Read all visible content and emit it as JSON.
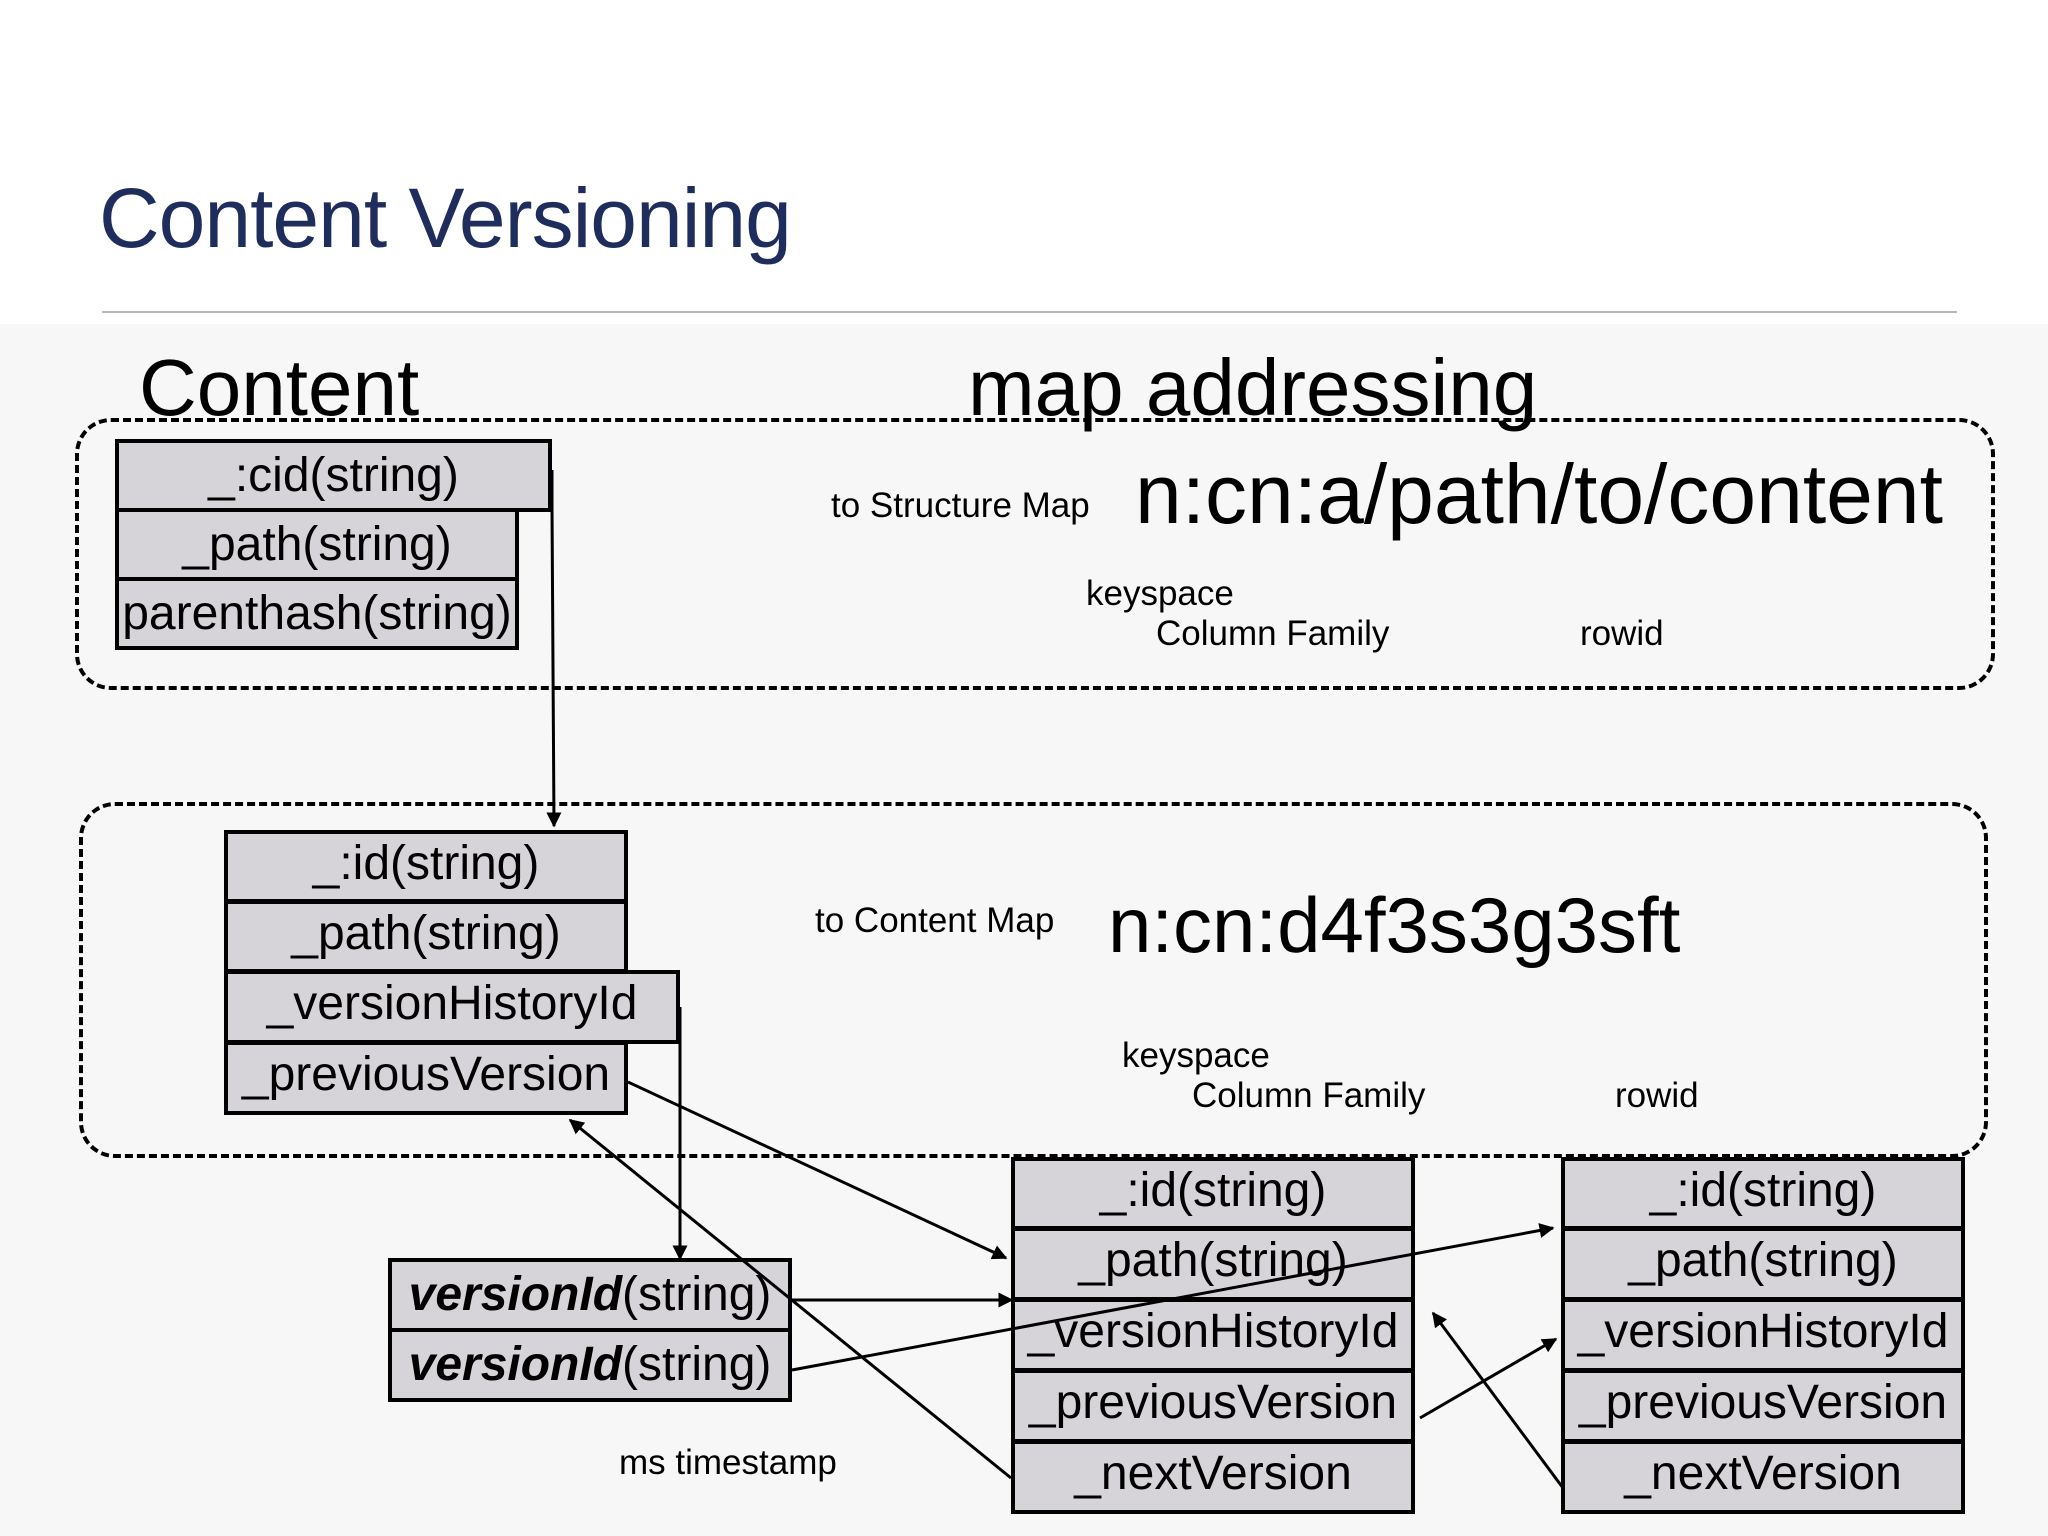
{
  "slide": {
    "title": "Content Versioning",
    "heading_left": "Content",
    "heading_right": "map addressing"
  },
  "structure_map": {
    "fields": [
      "_:cid(string)",
      "_path(string)",
      "parenthash(string)"
    ],
    "target_label": "to Structure Map",
    "address": "n:cn:a/path/to/content",
    "keyspace_label": "keyspace",
    "column_family_label": "Column Family",
    "rowid_label": "rowid"
  },
  "content_map": {
    "fields": [
      "_:id(string)",
      "_path(string)",
      "_versionHistoryId",
      "_previousVersion"
    ],
    "target_label": "to Content Map",
    "address": "n:cn:d4f3s3g3sft",
    "keyspace_label": "keyspace",
    "column_family_label": "Column Family",
    "rowid_label": "rowid"
  },
  "version_history": {
    "rows": [
      {
        "key": "versionId",
        "type": "(string)"
      },
      {
        "key": "versionId",
        "type": "(string)"
      }
    ],
    "note": "ms timestamp"
  },
  "version_nodes": [
    {
      "fields": [
        "_:id(string)",
        "_path(string)",
        "_versionHistoryId",
        "_previousVersion",
        "_nextVersion"
      ]
    },
    {
      "fields": [
        "_:id(string)",
        "_path(string)",
        "_versionHistoryId",
        "_previousVersion",
        "_nextVersion"
      ]
    }
  ],
  "colors": {
    "title": "#1f2d5c",
    "box_fill": "#d6d4d8",
    "panel_bg": "#f7f7f7",
    "rule": "#b8b8b8"
  }
}
